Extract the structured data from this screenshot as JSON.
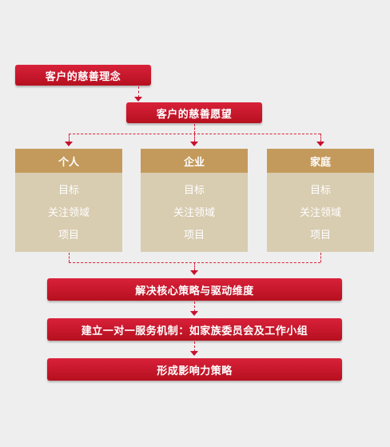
{
  "top": {
    "label": "客户的慈善理念"
  },
  "vision": {
    "label": "客户的慈善愿望"
  },
  "columns": [
    {
      "title": "个人",
      "items": [
        "目标",
        "关注领域",
        "项目"
      ]
    },
    {
      "title": "企业",
      "items": [
        "目标",
        "关注领域",
        "项目"
      ]
    },
    {
      "title": "家庭",
      "items": [
        "目标",
        "关注领域",
        "项目"
      ]
    }
  ],
  "steps": [
    {
      "label": "解决核心策略与驱动维度"
    },
    {
      "label": "建立一对一服务机制：如家族委员会及工作小组"
    },
    {
      "label": "形成影响力策略"
    }
  ],
  "colors": {
    "red": "#c8102e",
    "gold": "#c49a5c",
    "beige": "#d8ccb1",
    "background": "#eeeeee"
  }
}
